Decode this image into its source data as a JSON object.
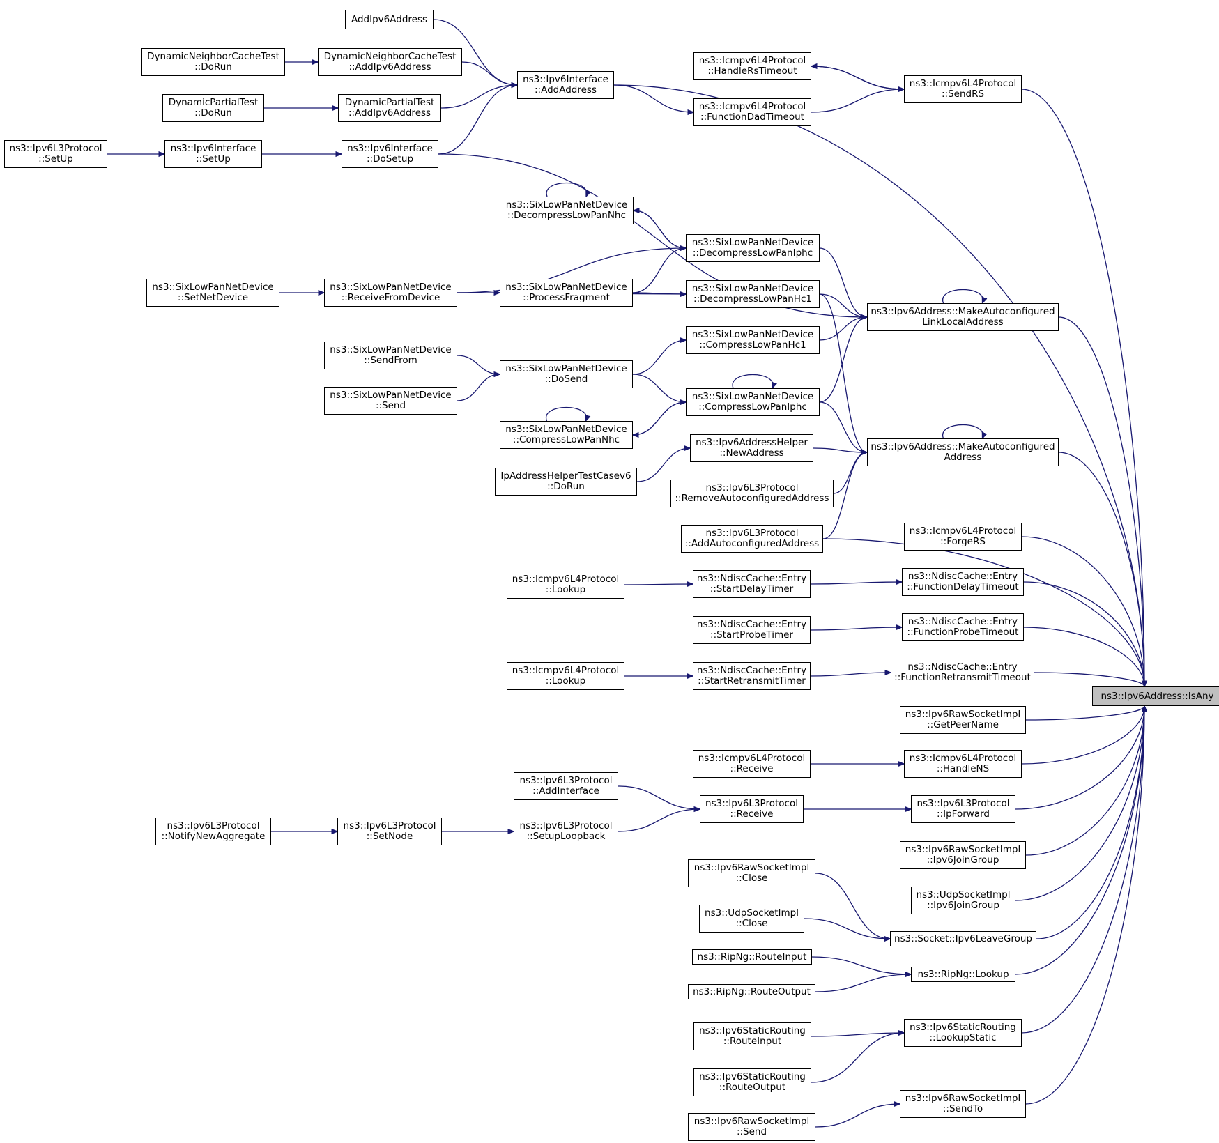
{
  "diagram": {
    "title": "ns3::Ipv6Address::IsAny caller graph",
    "colors": {
      "edge": "#191970",
      "node_border": "#000000",
      "target_fill": "#bfbfbf",
      "node_fill": "#ffffff"
    },
    "nodes": [
      {
        "id": "n1",
        "lines": [
          "ns3::Ipv6Address::IsAny"
        ],
        "target": true
      },
      {
        "id": "n2",
        "lines": [
          "AddIpv6Address"
        ]
      },
      {
        "id": "n3",
        "lines": [
          "DynamicNeighborCacheTest",
          "::DoRun"
        ]
      },
      {
        "id": "n4",
        "lines": [
          "DynamicNeighborCacheTest",
          "::AddIpv6Address"
        ]
      },
      {
        "id": "n5",
        "lines": [
          "ns3::Ipv6Interface",
          "::AddAddress"
        ]
      },
      {
        "id": "n6",
        "lines": [
          "DynamicPartialTest",
          "::DoRun"
        ]
      },
      {
        "id": "n7",
        "lines": [
          "DynamicPartialTest",
          "::AddIpv6Address"
        ]
      },
      {
        "id": "n8",
        "lines": [
          "ns3::Ipv6L3Protocol",
          "::SetUp"
        ]
      },
      {
        "id": "n9",
        "lines": [
          "ns3::Ipv6Interface",
          "::SetUp"
        ]
      },
      {
        "id": "n10",
        "lines": [
          "ns3::Ipv6Interface",
          "::DoSetup"
        ]
      },
      {
        "id": "n11",
        "lines": [
          "ns3::Icmpv6L4Protocol",
          "::HandleRsTimeout"
        ]
      },
      {
        "id": "n12",
        "lines": [
          "ns3::Icmpv6L4Protocol",
          "::FunctionDadTimeout"
        ]
      },
      {
        "id": "n13",
        "lines": [
          "ns3::Icmpv6L4Protocol",
          "::SendRS"
        ]
      },
      {
        "id": "n14",
        "lines": [
          "ns3::SixLowPanNetDevice",
          "::DecompressLowPanNhc"
        ]
      },
      {
        "id": "n15",
        "lines": [
          "ns3::SixLowPanNetDevice",
          "::DecompressLowPanIphc"
        ]
      },
      {
        "id": "n16",
        "lines": [
          "ns3::SixLowPanNetDevice",
          "::SetNetDevice"
        ]
      },
      {
        "id": "n17",
        "lines": [
          "ns3::SixLowPanNetDevice",
          "::ReceiveFromDevice"
        ]
      },
      {
        "id": "n18",
        "lines": [
          "ns3::SixLowPanNetDevice",
          "::ProcessFragment"
        ]
      },
      {
        "id": "n19",
        "lines": [
          "ns3::SixLowPanNetDevice",
          "::DecompressLowPanHc1"
        ]
      },
      {
        "id": "n20",
        "lines": [
          "ns3::Ipv6Address::MakeAutoconfigured",
          "LinkLocalAddress"
        ]
      },
      {
        "id": "n21",
        "lines": [
          "ns3::SixLowPanNetDevice",
          "::CompressLowPanHc1"
        ]
      },
      {
        "id": "n22",
        "lines": [
          "ns3::SixLowPanNetDevice",
          "::SendFrom"
        ]
      },
      {
        "id": "n23",
        "lines": [
          "ns3::SixLowPanNetDevice",
          "::DoSend"
        ]
      },
      {
        "id": "n24",
        "lines": [
          "ns3::SixLowPanNetDevice",
          "::Send"
        ]
      },
      {
        "id": "n25",
        "lines": [
          "ns3::SixLowPanNetDevice",
          "::CompressLowPanIphc"
        ]
      },
      {
        "id": "n26",
        "lines": [
          "ns3::SixLowPanNetDevice",
          "::CompressLowPanNhc"
        ]
      },
      {
        "id": "n27",
        "lines": [
          "ns3::Ipv6AddressHelper",
          "::NewAddress"
        ]
      },
      {
        "id": "n28",
        "lines": [
          "ns3::Ipv6Address::MakeAutoconfigured",
          "Address"
        ]
      },
      {
        "id": "n29",
        "lines": [
          "IpAddressHelperTestCasev6",
          "::DoRun"
        ]
      },
      {
        "id": "n30",
        "lines": [
          "ns3::Ipv6L3Protocol",
          "::RemoveAutoconfiguredAddress"
        ]
      },
      {
        "id": "n31",
        "lines": [
          "ns3::Ipv6L3Protocol",
          "::AddAutoconfiguredAddress"
        ]
      },
      {
        "id": "n32",
        "lines": [
          "ns3::Icmpv6L4Protocol",
          "::ForgeRS"
        ]
      },
      {
        "id": "n33",
        "lines": [
          "ns3::Icmpv6L4Protocol",
          "::Lookup"
        ]
      },
      {
        "id": "n34",
        "lines": [
          "ns3::NdiscCache::Entry",
          "::StartDelayTimer"
        ]
      },
      {
        "id": "n35",
        "lines": [
          "ns3::NdiscCache::Entry",
          "::FunctionDelayTimeout"
        ]
      },
      {
        "id": "n36",
        "lines": [
          "ns3::NdiscCache::Entry",
          "::StartProbeTimer"
        ]
      },
      {
        "id": "n37",
        "lines": [
          "ns3::NdiscCache::Entry",
          "::FunctionProbeTimeout"
        ]
      },
      {
        "id": "n38",
        "lines": [
          "ns3::Icmpv6L4Protocol",
          "::Lookup"
        ]
      },
      {
        "id": "n39",
        "lines": [
          "ns3::NdiscCache::Entry",
          "::StartRetransmitTimer"
        ]
      },
      {
        "id": "n40",
        "lines": [
          "ns3::NdiscCache::Entry",
          "::FunctionRetransmitTimeout"
        ]
      },
      {
        "id": "n41",
        "lines": [
          "ns3::Ipv6RawSocketImpl",
          "::GetPeerName"
        ]
      },
      {
        "id": "n42",
        "lines": [
          "ns3::Icmpv6L4Protocol",
          "::Receive"
        ]
      },
      {
        "id": "n43",
        "lines": [
          "ns3::Icmpv6L4Protocol",
          "::HandleNS"
        ]
      },
      {
        "id": "n44",
        "lines": [
          "ns3::Ipv6L3Protocol",
          "::AddInterface"
        ]
      },
      {
        "id": "n45",
        "lines": [
          "ns3::Ipv6L3Protocol",
          "::Receive"
        ]
      },
      {
        "id": "n46",
        "lines": [
          "ns3::Ipv6L3Protocol",
          "::IpForward"
        ]
      },
      {
        "id": "n47",
        "lines": [
          "ns3::Ipv6L3Protocol",
          "::NotifyNewAggregate"
        ]
      },
      {
        "id": "n48",
        "lines": [
          "ns3::Ipv6L3Protocol",
          "::SetNode"
        ]
      },
      {
        "id": "n49",
        "lines": [
          "ns3::Ipv6L3Protocol",
          "::SetupLoopback"
        ]
      },
      {
        "id": "n50",
        "lines": [
          "ns3::Ipv6RawSocketImpl",
          "::Ipv6JoinGroup"
        ]
      },
      {
        "id": "n51",
        "lines": [
          "ns3::Ipv6RawSocketImpl",
          "::Close"
        ]
      },
      {
        "id": "n52",
        "lines": [
          "ns3::UdpSocketImpl",
          "::Ipv6JoinGroup"
        ]
      },
      {
        "id": "n53",
        "lines": [
          "ns3::UdpSocketImpl",
          "::Close"
        ]
      },
      {
        "id": "n54",
        "lines": [
          "ns3::Socket::Ipv6LeaveGroup"
        ]
      },
      {
        "id": "n55",
        "lines": [
          "ns3::RipNg::RouteInput"
        ]
      },
      {
        "id": "n56",
        "lines": [
          "ns3::RipNg::Lookup"
        ]
      },
      {
        "id": "n57",
        "lines": [
          "ns3::RipNg::RouteOutput"
        ]
      },
      {
        "id": "n58",
        "lines": [
          "ns3::Ipv6StaticRouting",
          "::RouteInput"
        ]
      },
      {
        "id": "n59",
        "lines": [
          "ns3::Ipv6StaticRouting",
          "::LookupStatic"
        ]
      },
      {
        "id": "n60",
        "lines": [
          "ns3::Ipv6StaticRouting",
          "::RouteOutput"
        ]
      },
      {
        "id": "n61",
        "lines": [
          "ns3::Ipv6RawSocketImpl",
          "::SendTo"
        ]
      },
      {
        "id": "n62",
        "lines": [
          "ns3::Ipv6RawSocketImpl",
          "::Send"
        ]
      }
    ],
    "edges": [
      [
        "n2",
        "n5"
      ],
      [
        "n3",
        "n4"
      ],
      [
        "n4",
        "n5"
      ],
      [
        "n6",
        "n7"
      ],
      [
        "n7",
        "n5"
      ],
      [
        "n8",
        "n9"
      ],
      [
        "n9",
        "n10"
      ],
      [
        "n10",
        "n5"
      ],
      [
        "n5",
        "n12"
      ],
      [
        "n5",
        "n1"
      ],
      [
        "n13",
        "n11"
      ],
      [
        "n11",
        "n13"
      ],
      [
        "n12",
        "n13"
      ],
      [
        "n13",
        "n1"
      ],
      [
        "n10",
        "n20"
      ],
      [
        "n15",
        "n14"
      ],
      [
        "n14",
        "n15"
      ],
      [
        "n14",
        "n14"
      ],
      [
        "n15",
        "n20"
      ],
      [
        "n16",
        "n17"
      ],
      [
        "n17",
        "n18"
      ],
      [
        "n17",
        "n15"
      ],
      [
        "n17",
        "n19"
      ],
      [
        "n18",
        "n15"
      ],
      [
        "n18",
        "n19"
      ],
      [
        "n19",
        "n20"
      ],
      [
        "n19",
        "n28"
      ],
      [
        "n20",
        "n20"
      ],
      [
        "n21",
        "n20"
      ],
      [
        "n20",
        "n1"
      ],
      [
        "n22",
        "n23"
      ],
      [
        "n24",
        "n23"
      ],
      [
        "n23",
        "n21"
      ],
      [
        "n23",
        "n25"
      ],
      [
        "n25",
        "n25"
      ],
      [
        "n25",
        "n26"
      ],
      [
        "n26",
        "n25"
      ],
      [
        "n26",
        "n26"
      ],
      [
        "n25",
        "n20"
      ],
      [
        "n25",
        "n28"
      ],
      [
        "n27",
        "n28"
      ],
      [
        "n29",
        "n27"
      ],
      [
        "n30",
        "n28"
      ],
      [
        "n31",
        "n28"
      ],
      [
        "n28",
        "n28"
      ],
      [
        "n28",
        "n1"
      ],
      [
        "n31",
        "n1"
      ],
      [
        "n32",
        "n1"
      ],
      [
        "n33",
        "n34"
      ],
      [
        "n34",
        "n35"
      ],
      [
        "n35",
        "n1"
      ],
      [
        "n36",
        "n37"
      ],
      [
        "n37",
        "n1"
      ],
      [
        "n38",
        "n39"
      ],
      [
        "n39",
        "n40"
      ],
      [
        "n40",
        "n1"
      ],
      [
        "n41",
        "n1"
      ],
      [
        "n42",
        "n43"
      ],
      [
        "n43",
        "n1"
      ],
      [
        "n44",
        "n45"
      ],
      [
        "n49",
        "n45"
      ],
      [
        "n47",
        "n48"
      ],
      [
        "n48",
        "n49"
      ],
      [
        "n45",
        "n46"
      ],
      [
        "n46",
        "n1"
      ],
      [
        "n50",
        "n1"
      ],
      [
        "n52",
        "n1"
      ],
      [
        "n51",
        "n54"
      ],
      [
        "n53",
        "n54"
      ],
      [
        "n54",
        "n1"
      ],
      [
        "n55",
        "n56"
      ],
      [
        "n57",
        "n56"
      ],
      [
        "n56",
        "n1"
      ],
      [
        "n58",
        "n59"
      ],
      [
        "n60",
        "n59"
      ],
      [
        "n59",
        "n1"
      ],
      [
        "n62",
        "n61"
      ],
      [
        "n61",
        "n1"
      ]
    ]
  }
}
